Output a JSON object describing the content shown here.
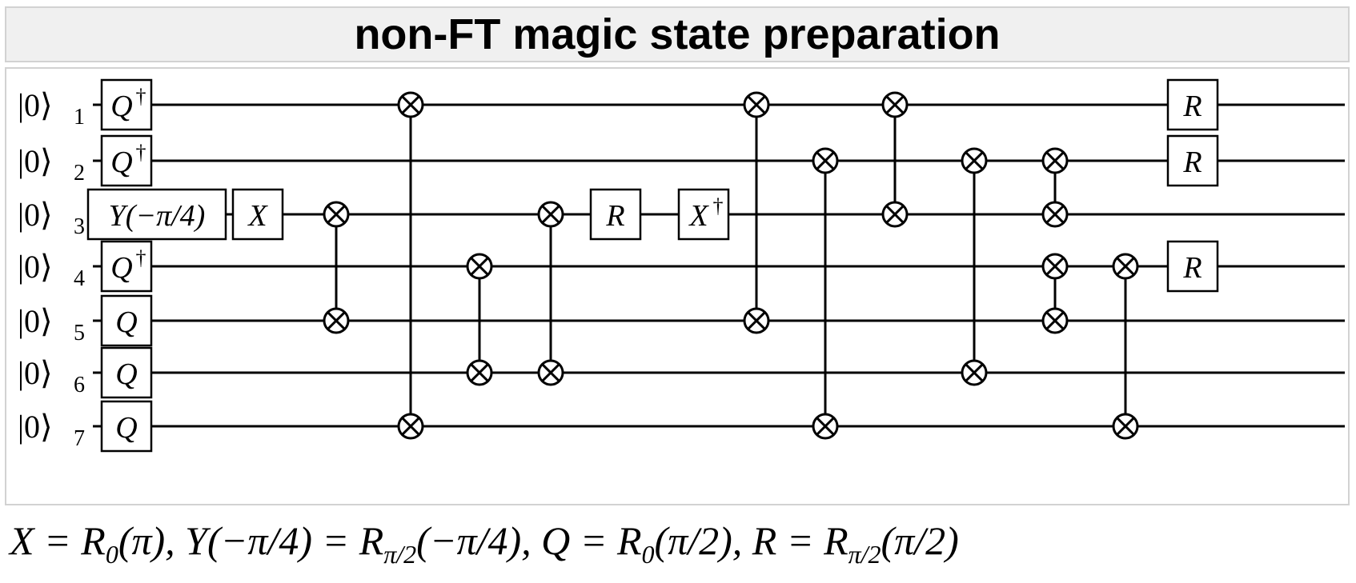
{
  "title": "non-FT magic state preparation",
  "qubits": [
    {
      "ket": "|0⟩",
      "index": "1"
    },
    {
      "ket": "|0⟩",
      "index": "2"
    },
    {
      "ket": "|0⟩",
      "index": "3"
    },
    {
      "ket": "|0⟩",
      "index": "4"
    },
    {
      "ket": "|0⟩",
      "index": "5"
    },
    {
      "ket": "|0⟩",
      "index": "6"
    },
    {
      "ket": "|0⟩",
      "index": "7"
    }
  ],
  "gates": [
    {
      "label": "Q",
      "sup": "†",
      "qubit": 1,
      "column": 1
    },
    {
      "label": "Q",
      "sup": "†",
      "qubit": 2,
      "column": 1
    },
    {
      "label": "Y(−π/4)",
      "sup": "",
      "qubit": 3,
      "column": 1
    },
    {
      "label": "X",
      "sup": "",
      "qubit": 3,
      "column": 2
    },
    {
      "label": "Q",
      "sup": "†",
      "qubit": 4,
      "column": 1
    },
    {
      "label": "Q",
      "sup": "",
      "qubit": 5,
      "column": 1
    },
    {
      "label": "Q",
      "sup": "",
      "qubit": 6,
      "column": 1
    },
    {
      "label": "Q",
      "sup": "",
      "qubit": 7,
      "column": 1
    },
    {
      "label": "R",
      "sup": "",
      "qubit": 3,
      "column": 7
    },
    {
      "label": "X",
      "sup": "†",
      "qubit": 3,
      "column": 8
    },
    {
      "label": "R",
      "sup": "",
      "qubit": 1,
      "column": 17
    },
    {
      "label": "R",
      "sup": "",
      "qubit": 2,
      "column": 17
    },
    {
      "label": "R",
      "sup": "",
      "qubit": 4,
      "column": 17
    }
  ],
  "two_qubit_gates": [
    {
      "qubits": [
        3,
        5
      ],
      "column": 3
    },
    {
      "qubits": [
        1,
        7
      ],
      "column": 4
    },
    {
      "qubits": [
        4,
        6
      ],
      "column": 5
    },
    {
      "qubits": [
        3,
        6
      ],
      "column": 6
    },
    {
      "qubits": [
        1,
        5
      ],
      "column": 9
    },
    {
      "qubits": [
        2,
        7
      ],
      "column": 10
    },
    {
      "qubits": [
        1,
        3
      ],
      "column": 11
    },
    {
      "qubits": [
        2,
        6
      ],
      "column": 12
    },
    {
      "qubits": [
        2,
        3
      ],
      "column": 13
    },
    {
      "qubits": [
        4,
        5
      ],
      "column": 14
    },
    {
      "qubits": [
        4,
        7
      ],
      "column": 15
    }
  ],
  "caption": "X = R₀(π),  Y(−π/4) = R_{π/2}(−π/4),  Q = R₀(π/2),  R = R_{π/2}(π/2)",
  "caption_parts": {
    "p1": "X = R",
    "s1": "0",
    "p2": "(π),  Y(−π/4) = R",
    "s2": "π/2",
    "p3": "(−π/4),  Q = R",
    "s3": "0",
    "p4": "(π/2),  R = R",
    "s4": "π/2",
    "p5": "(π/2)"
  }
}
